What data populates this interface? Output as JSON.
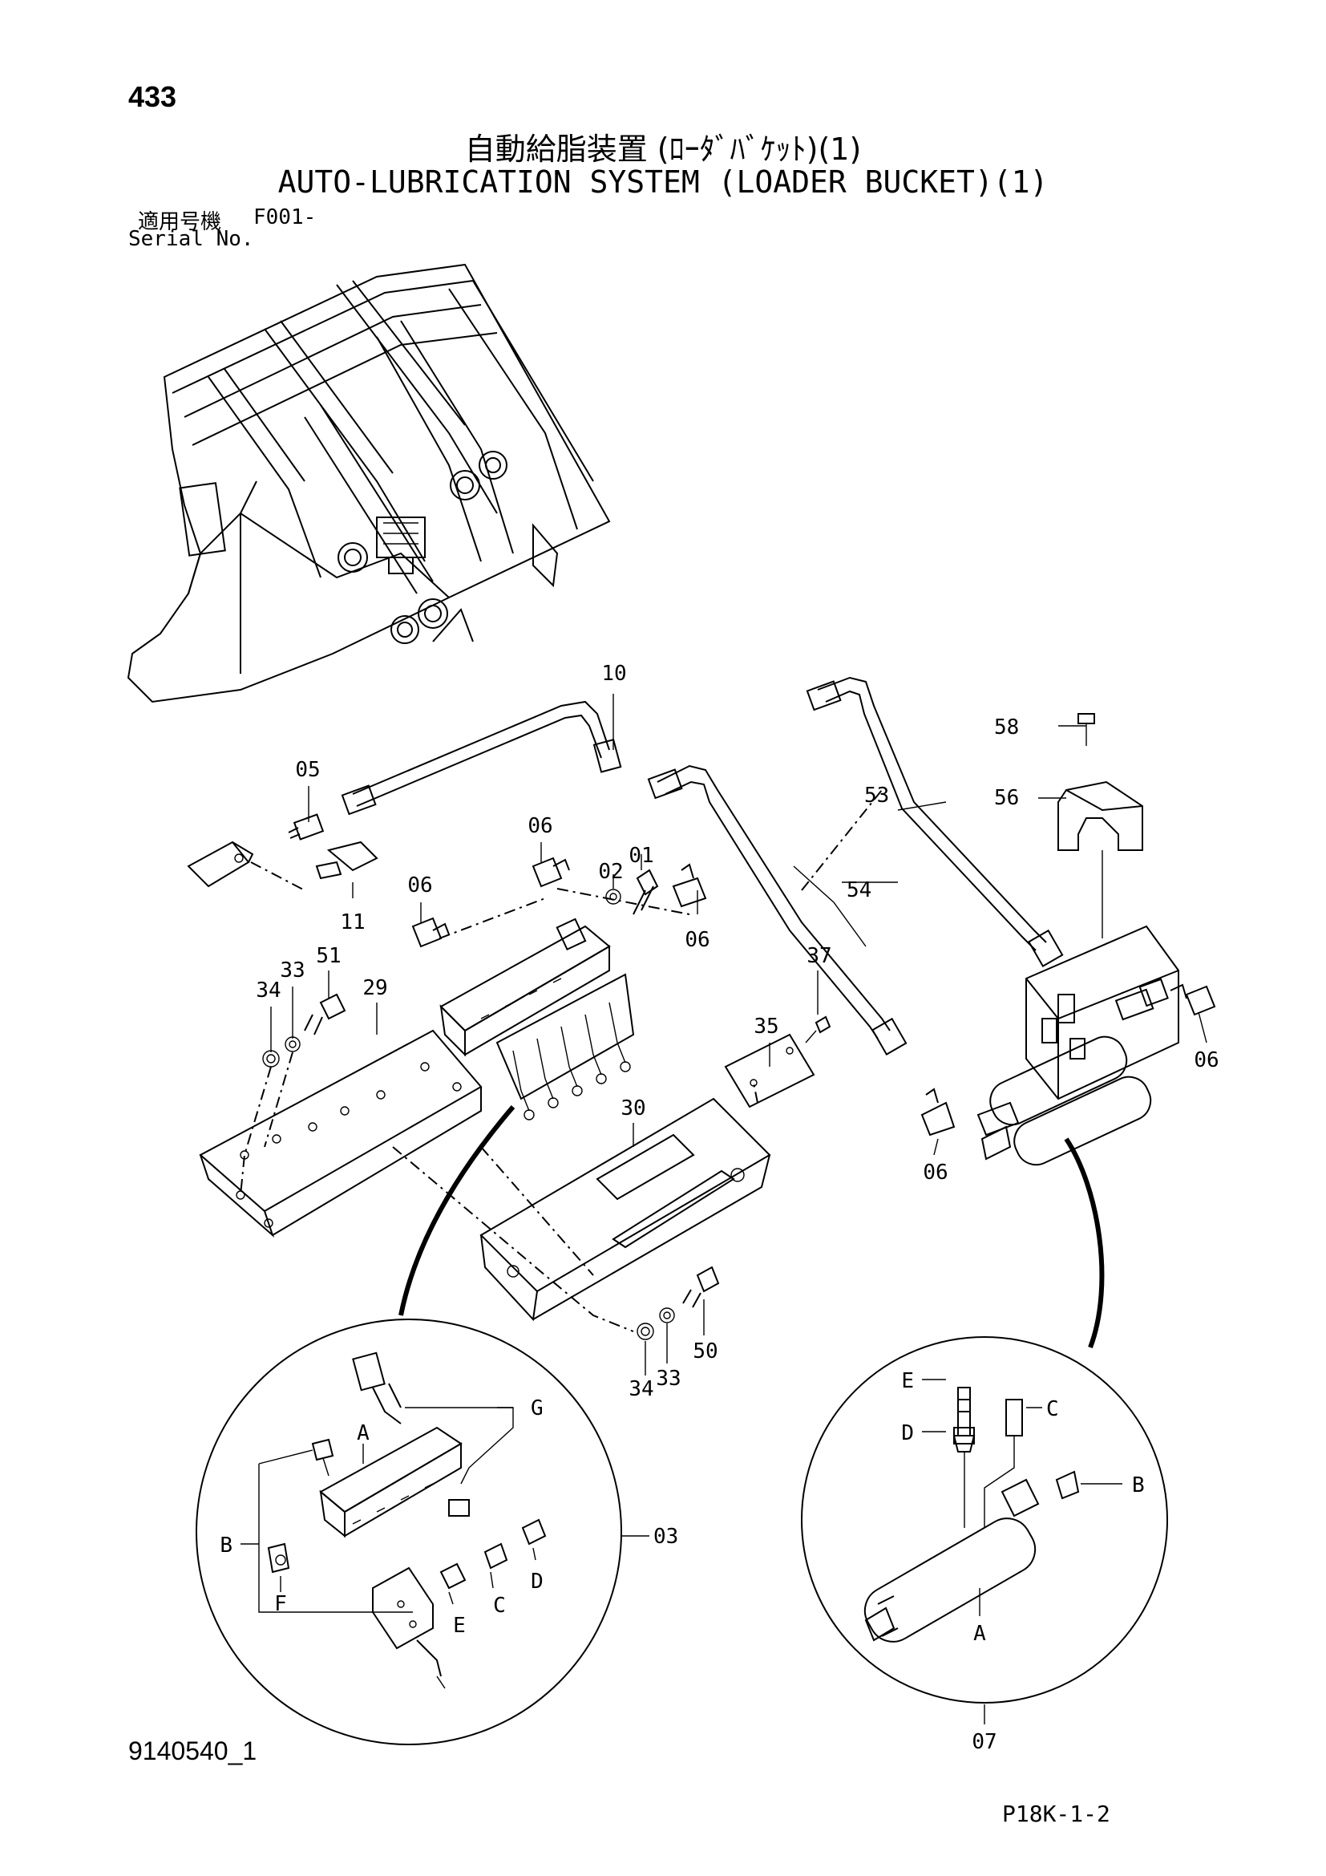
{
  "page": {
    "number": "433",
    "title_jp": "自動給脂装置 (ﾛｰﾀﾞﾊﾞｹｯﾄ)(1)",
    "title_en": "AUTO-LUBRICATION SYSTEM (LOADER BUCKET)(1)",
    "serial_label_jp": "適用号機",
    "serial_code": "F001-",
    "serial_label_en": "Serial No.",
    "drawing_number": "9140540_1",
    "sheet_code": "P18K-1-2"
  },
  "callouts": [
    "01",
    "02",
    "03",
    "05",
    "06",
    "06",
    "06",
    "06",
    "06",
    "07",
    "10",
    "11",
    "29",
    "30",
    "33",
    "33",
    "34",
    "34",
    "35",
    "37",
    "50",
    "51",
    "53",
    "54",
    "56",
    "58"
  ],
  "detail_left": {
    "labels": [
      "A",
      "B",
      "C",
      "D",
      "E",
      "F",
      "G"
    ]
  },
  "detail_right": {
    "labels": [
      "A",
      "B",
      "C",
      "D",
      "E"
    ]
  }
}
